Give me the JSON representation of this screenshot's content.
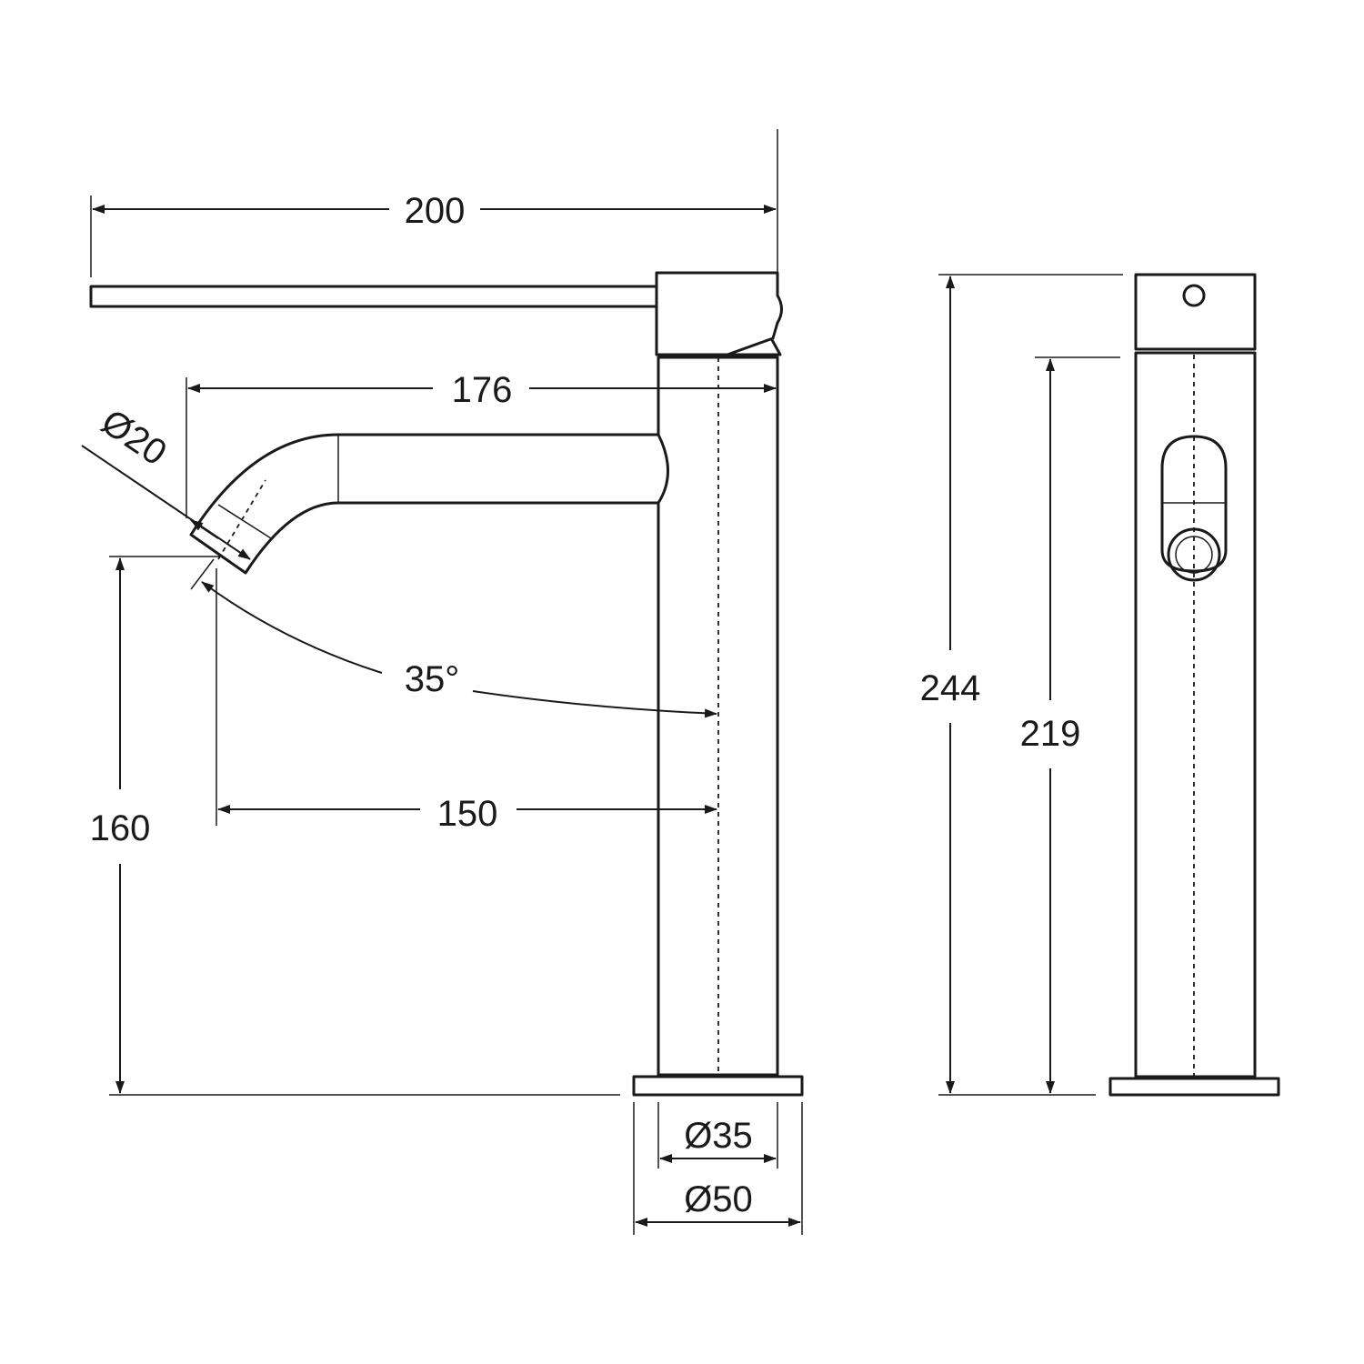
{
  "dimensions": {
    "overall_length": "200",
    "spout_reach": "176",
    "spout_diameter": "Ø20",
    "spout_angle": "35°",
    "outlet_to_centre": "150",
    "outlet_height": "160",
    "overall_height": "244",
    "body_height": "219",
    "body_diameter": "Ø35",
    "base_diameter": "Ø50"
  }
}
